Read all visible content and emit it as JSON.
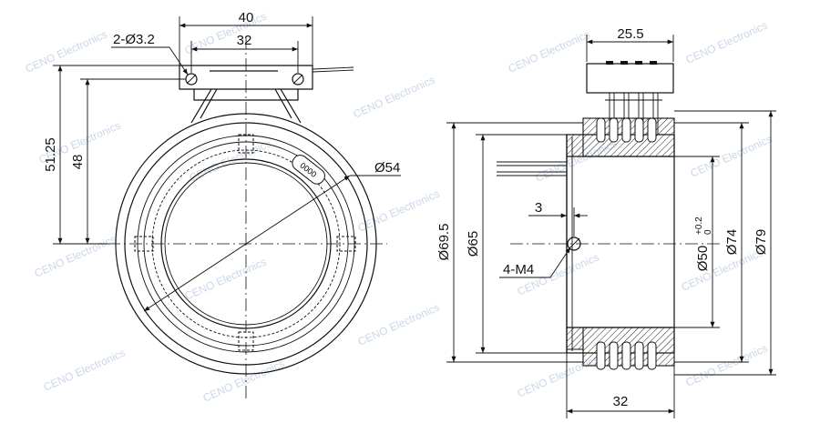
{
  "watermark": "CENO Electronics",
  "front_view": {
    "width_outer": "40",
    "width_inner": "32",
    "holes": "2-Ø3.2",
    "height_total": "51.25",
    "height_center": "48",
    "diameter_rotor": "Ø54",
    "label_stamp": "0000"
  },
  "side_view": {
    "terminal_width": "25.5",
    "dia_69_5": "Ø69.5",
    "dia_65": "Ø65",
    "bore": "Ø50",
    "bore_tol_upper": "+0.2",
    "bore_tol_lower": "0",
    "dia_74": "Ø74",
    "dia_79": "Ø79",
    "set_screw_offset": "3",
    "set_screw": "4-M4",
    "body_length": "32"
  }
}
